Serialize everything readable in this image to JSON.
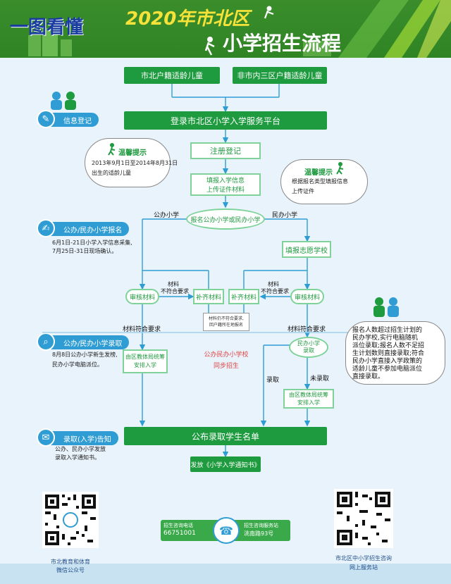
{
  "header": {
    "logo_text": "一图看懂",
    "title_line1": "2020年市北区",
    "title_line2": "小学招生流程"
  },
  "top_boxes": {
    "left": "市北户籍适龄儿童",
    "right": "非市内三区户籍适龄儿童"
  },
  "steps": {
    "info_register": "信息登记",
    "apply": "公办/民办小学报名",
    "apply_note1": "6月1日-21日小学入学信息采集,",
    "apply_note2": "7月25日-31日现场确认。",
    "admit": "公办/民办小学录取",
    "admit_note1": "8月8日公办小学新生发榜,",
    "admit_note2": "民办小学电脑派位。",
    "notice": "录取(入学)告知",
    "notice_note1": "公办、民办小学发放",
    "notice_note2": "录取入学通知书。"
  },
  "flow": {
    "platform": "登录市北区小学入学服务平台",
    "register": "注册登记",
    "fill_info1": "填报入学信息",
    "fill_info2": "上传证件材料",
    "choose": "报名公办小学或民办小学",
    "public_label": "公办小学",
    "private_label": "民办小学",
    "wish": "填报志愿学校",
    "review_left": "审核材料",
    "review_right": "审核材料",
    "supplement_left": "补齐材料",
    "supplement_right": "补齐材料",
    "mismatch_left1": "材料",
    "mismatch_left2": "不符合要求",
    "mismatch_right1": "材料",
    "mismatch_right2": "不符合要求",
    "still_mismatch1": "材料仍不符合要求,",
    "still_mismatch2": "回户籍所在地报名",
    "match_left": "材料符合要求",
    "match_right": "材料符合要求",
    "edu_bureau_left1": "由区教体局统筹",
    "edu_bureau_left2": "安排入学",
    "simultaneous1": "公办民办小学校",
    "simultaneous2": "同步招生",
    "private_admit1": "民办小学",
    "private_admit2": "录取",
    "admitted": "录取",
    "not_admitted": "未录取",
    "edu_bureau_right1": "由区教体局统筹",
    "edu_bureau_right2": "安排入学",
    "publish": "公布录取学生名单",
    "issue": "发放《小学入学通知书》"
  },
  "tips": {
    "left_title": "温馨提示",
    "left_line1": "2013年9月1日至2014年8月31日",
    "left_line2": "出生的适龄儿童",
    "right_title": "温馨提示",
    "right_line1": "根据报名类型填报信息",
    "right_line2": "上传证件"
  },
  "side_note": [
    "报名人数超过招生计划的",
    "民办学校,实行电脑随机",
    "派位录取;报名人数不足招",
    "生计划数则直接录取;符合",
    "民办小学直接入学政策的",
    "适龄儿童不参加电脑派位",
    "直接录取。"
  ],
  "footer": {
    "left_caption1": "市北教育和体育",
    "left_caption2": "微信公众号",
    "right_caption1": "市北区中小学招生咨询",
    "right_caption2": "网上服务站",
    "hotline_label": "招生咨询电话",
    "hotline_number": "66751001",
    "station_label": "招生咨询服务站",
    "station_addr": "洮南路93号"
  },
  "colors": {
    "green": "#1e9a3f",
    "header_green": "#2f8424",
    "blue_badge": "#2f9dd4",
    "red_text": "#e04444"
  }
}
